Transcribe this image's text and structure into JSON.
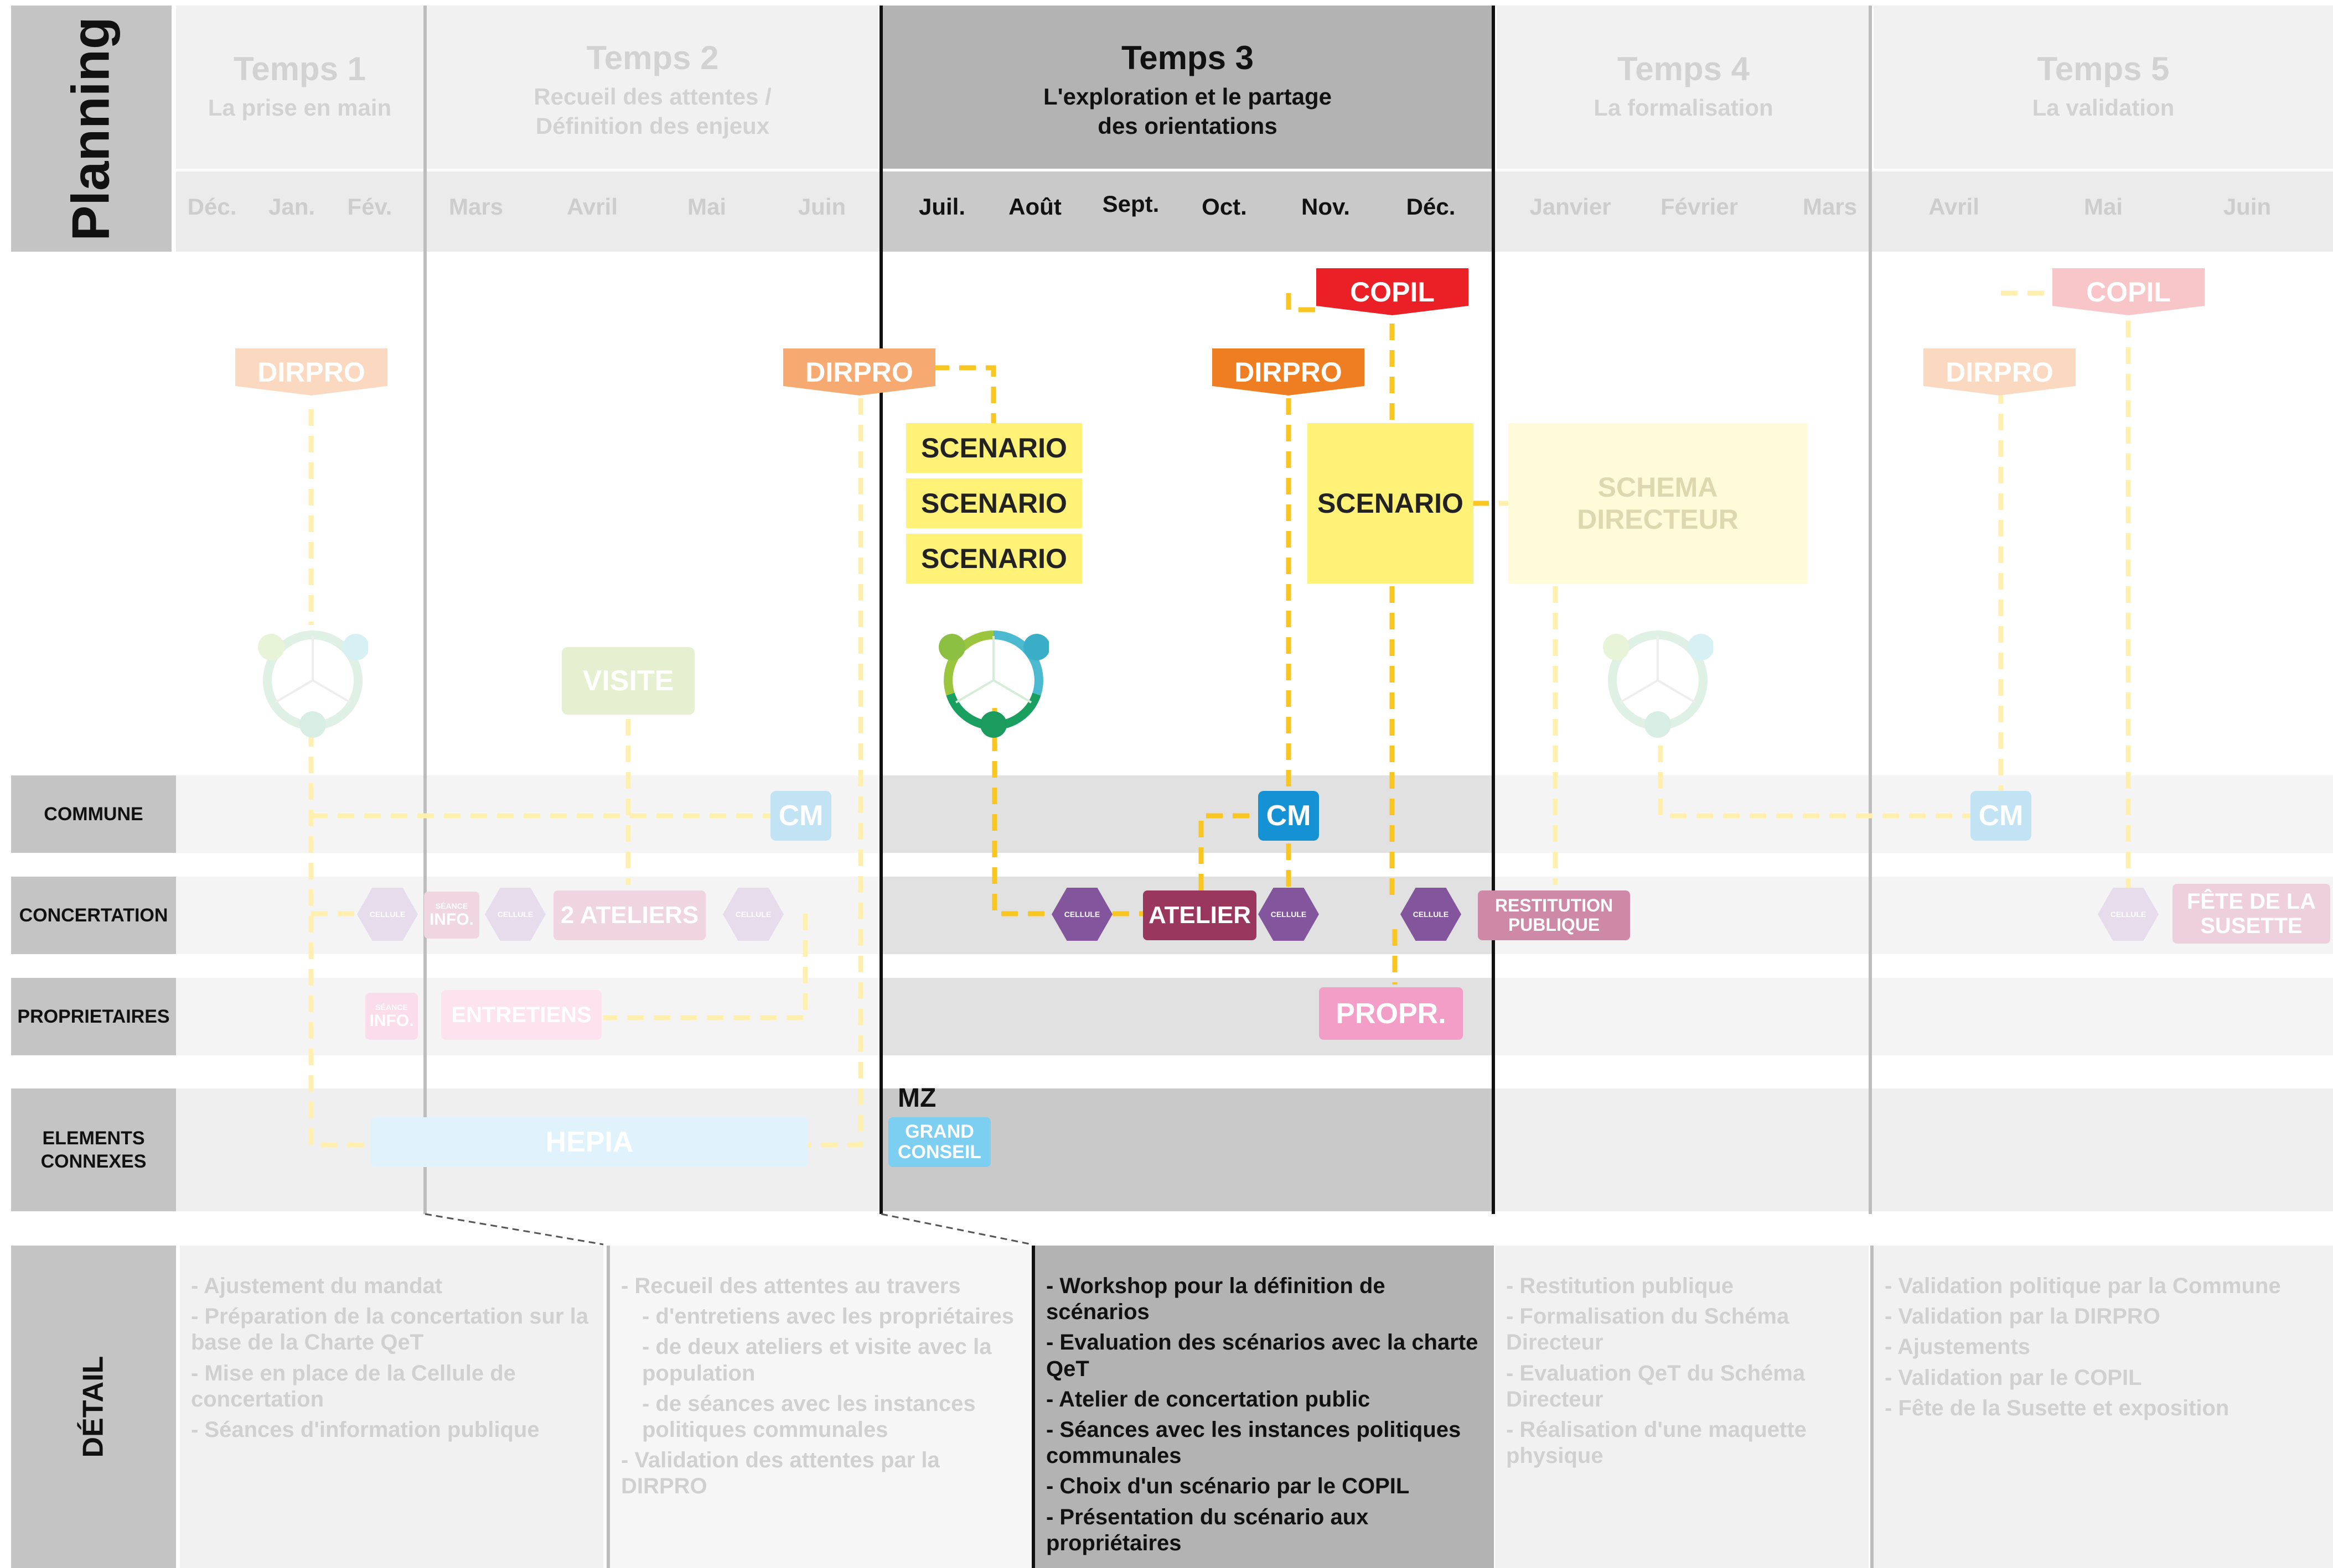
{
  "title": "Planning",
  "phases": [
    {
      "title": "Temps 1",
      "subtitle": "La prise en main"
    },
    {
      "title": "Temps 2",
      "subtitle": "Recueil des attentes / Définition des enjeux"
    },
    {
      "title": "Temps 3",
      "subtitle": "L'exploration et le partage des orientations"
    },
    {
      "title": "Temps 4",
      "subtitle": "La formalisation"
    },
    {
      "title": "Temps 5",
      "subtitle": "La validation"
    }
  ],
  "months": [
    "Déc.",
    "Jan.",
    "Fév.",
    "Mars",
    "Avril",
    "Mai",
    "Juin",
    "Juil.",
    "Août",
    "Sept.",
    "Oct.",
    "Nov.",
    "Déc.",
    "Janvier",
    "Février",
    "Mars",
    "Avril",
    "Mai",
    "Juin"
  ],
  "rows": {
    "commune": "COMMUNE",
    "concertation": "CONCERTATION",
    "proprietaires": "PROPRIETAIRES",
    "elements": "ELEMENTS CONNEXES",
    "detail": "DÉTAIL"
  },
  "nodes": {
    "dirpro": "DIRPRO",
    "copil": "COPIL",
    "scenario": "SCENARIO",
    "schema": "SCHEMA DIRECTEUR",
    "visite": "VISITE",
    "cm": "CM",
    "cellule": "CELLULE",
    "seance_small": "SÉANCE",
    "seance_info": "INFO.",
    "ateliers": "2 ATELIERS",
    "atelier": "ATELIER",
    "restitution": "RESTITUTION PUBLIQUE",
    "fete": "FÊTE DE LA SUSETTE",
    "entretiens": "ENTRETIENS",
    "propr": "PROPR.",
    "hepia": "HEPIA",
    "mz": "MZ",
    "grand_conseil": "GRAND CONSEIL"
  },
  "details": [
    {
      "items": [
        {
          "text": "- Ajustement du mandat"
        },
        {
          "text": "- Préparation de la concertation sur la base de la Charte QeT"
        },
        {
          "text": "- Mise en place de la Cellule de concertation"
        },
        {
          "text": "- Séances d'information publique"
        }
      ]
    },
    {
      "items": [
        {
          "text": "- Recueil des attentes au travers"
        },
        {
          "text": "- d'entretiens avec les propriétaires",
          "sub": true
        },
        {
          "text": "- de deux ateliers et visite avec la population",
          "sub": true
        },
        {
          "text": "- de séances avec les instances politiques communales",
          "sub": true
        },
        {
          "text": "- Validation des attentes par la DIRPRO"
        }
      ]
    },
    {
      "items": [
        {
          "text": "- Workshop pour la définition de scénarios"
        },
        {
          "text": "- Evaluation des scénarios avec la charte QeT"
        },
        {
          "text": "- Atelier de concertation public"
        },
        {
          "text": "- Séances avec les instances politiques communales"
        },
        {
          "text": "- Choix d'un scénario par le COPIL"
        },
        {
          "text": "- Présentation du scénario aux propriétaires"
        }
      ]
    },
    {
      "items": [
        {
          "text": "- Restitution publique"
        },
        {
          "text": "- Formalisation du Schéma Directeur"
        },
        {
          "text": "- Evaluation QeT du Schéma Directeur"
        },
        {
          "text": "- Réalisation d'une maquette physique"
        }
      ]
    },
    {
      "items": [
        {
          "text": "- Validation politique par la Commune"
        },
        {
          "text": "- Validation par la DIRPRO"
        },
        {
          "text": "- Ajustements"
        },
        {
          "text": "- Validation par le COPIL"
        },
        {
          "text": "- Fête de la Susette et exposition"
        }
      ]
    }
  ]
}
